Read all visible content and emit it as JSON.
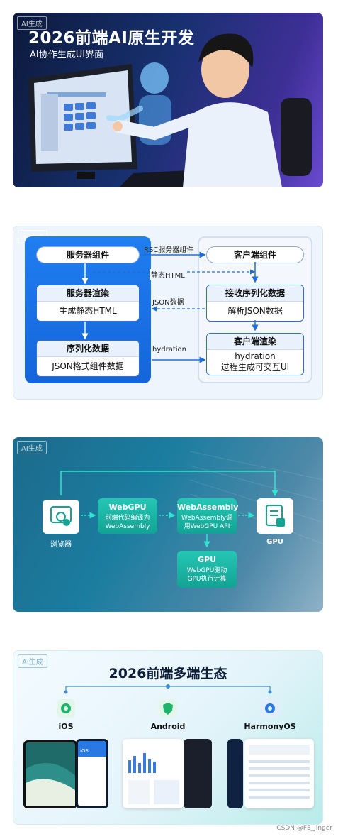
{
  "card1": {
    "ai_tag": "AI生成",
    "title": "2026前端AI原生开发",
    "subtitle": "AI协作生成UI界面"
  },
  "card2": {
    "ai_tag": "AI生成",
    "left": {
      "server_component": "服务器组件",
      "server_render": {
        "title": "服务器渲染",
        "body": "生成静态HTML"
      },
      "serialize": {
        "title": "序列化数据",
        "body": "JSON格式组件数据"
      }
    },
    "right": {
      "client_component": "客户端组件",
      "receive": {
        "title": "接收序列化数据",
        "body": "解析JSON数据"
      },
      "client_render": {
        "title": "客户端渲染",
        "body1": "hydration",
        "body2": "过程生成可交互UI"
      }
    },
    "arrows": {
      "rsc": "RSC服务器组件",
      "static_html": "静态HTML",
      "json": "JSON数据",
      "hydration": "hydration"
    }
  },
  "card3": {
    "ai_tag": "AI生成",
    "browser": "浏览器",
    "webgpu": {
      "title": "WebGPU",
      "line1": "前端代码编译为",
      "line2": "WebAssembly"
    },
    "wasm": {
      "title": "WebAssembly",
      "line1": "WebAssembly调",
      "line2": "用WebGPU API"
    },
    "gpu_label": "GPU",
    "gpu_box": {
      "title": "GPU",
      "line1": "WebGPU驱动",
      "line2": "GPU执行计算"
    }
  },
  "card4": {
    "ai_tag": "AI生成",
    "title": "2026前端多端生态",
    "platforms": [
      "iOS",
      "Android",
      "HarmonyOS"
    ],
    "phone_title": "iOS"
  },
  "credit": "CSDN @FE_Jinger",
  "colors": {
    "blue": "#1f7ef0",
    "teal": "#12a394",
    "dark_navy": "#0f1f3a"
  }
}
